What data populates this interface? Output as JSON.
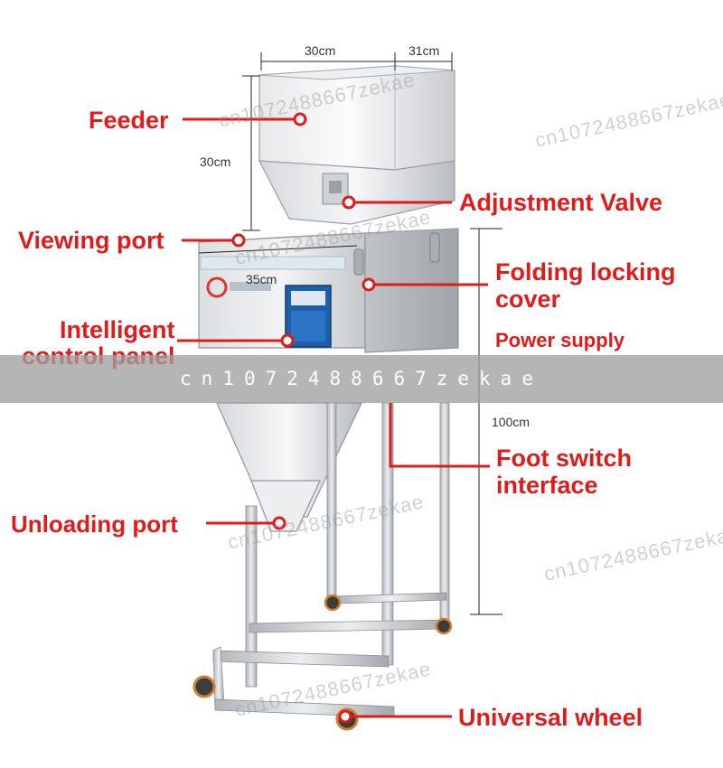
{
  "dimensions": {
    "hopper_width": "30cm",
    "hopper_depth": "31cm",
    "hopper_height": "30cm",
    "body_width": "35cm",
    "stand_height": "100cm"
  },
  "labels": {
    "feeder": "Feeder",
    "adjustment_valve": "Adjustment Valve",
    "viewing_port": "Viewing port",
    "folding_locking_cover_line1": "Folding locking",
    "folding_locking_cover_line2": "cover",
    "intelligent_control_panel_line1": "Intelligent",
    "intelligent_control_panel_line2": "control panel",
    "power_supply": "Power supply",
    "foot_switch_line1": "Foot switch",
    "foot_switch_line2": "interface",
    "unloading_port": "Unloading port",
    "universal_wheel": "Universal wheel"
  },
  "watermark_banner": "cn1072488667zekae",
  "colors": {
    "callout_red": "#e01b1b",
    "steel": "#c8ccd0",
    "banner": "#a0a0a0"
  }
}
